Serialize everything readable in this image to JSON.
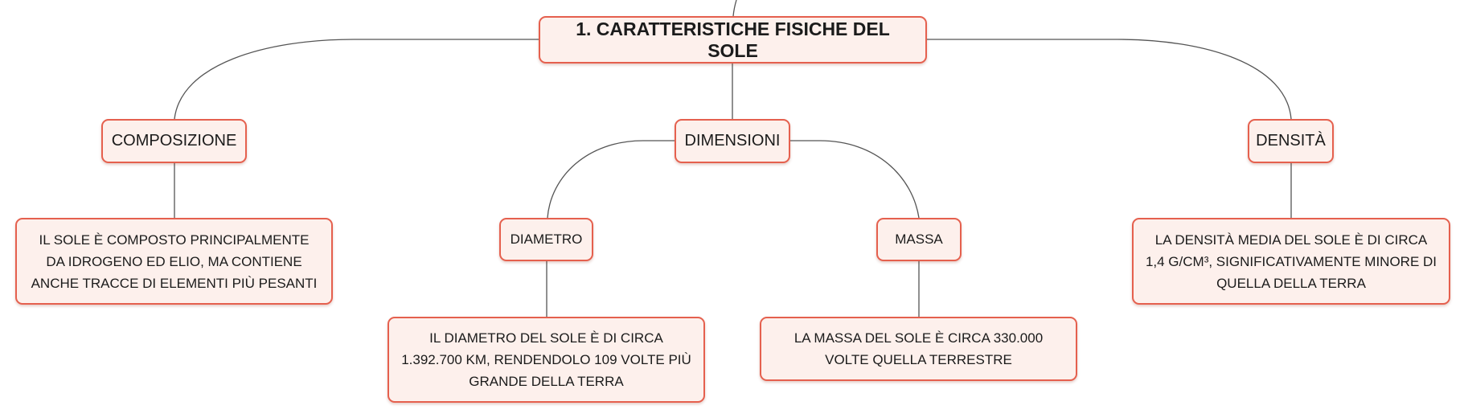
{
  "diagram": {
    "root": {
      "label": "1. CARATTERISTICHE FISICHE DEL SOLE"
    },
    "composizione": {
      "label": "COMPOSIZIONE",
      "detail": "IL SOLE È COMPOSTO PRINCIPALMENTE DA IDROGENO ED ELIO, MA CONTIENE ANCHE TRACCE DI ELEMENTI PIÙ PESANTI"
    },
    "dimensioni": {
      "label": "DIMENSIONI",
      "diametro": {
        "label": "DIAMETRO",
        "detail": "IL DIAMETRO DEL SOLE È DI CIRCA 1.392.700 KM, RENDENDOLO 109 VOLTE PIÙ GRANDE DELLA TERRA"
      },
      "massa": {
        "label": "MASSA",
        "detail": "LA MASSA DEL SOLE È CIRCA 330.000 VOLTE QUELLA TERRESTRE"
      }
    },
    "densita": {
      "label": "DENSITÀ",
      "detail": "LA DENSITÀ MEDIA DEL SOLE È DI CIRCA 1,4 G/CM³, SIGNIFICATIVAMENTE MINORE DI QUELLA DELLA TERRA"
    }
  },
  "colors": {
    "node_border": "#e5604e",
    "node_fill": "#fdf0ec",
    "connector": "#555555"
  }
}
